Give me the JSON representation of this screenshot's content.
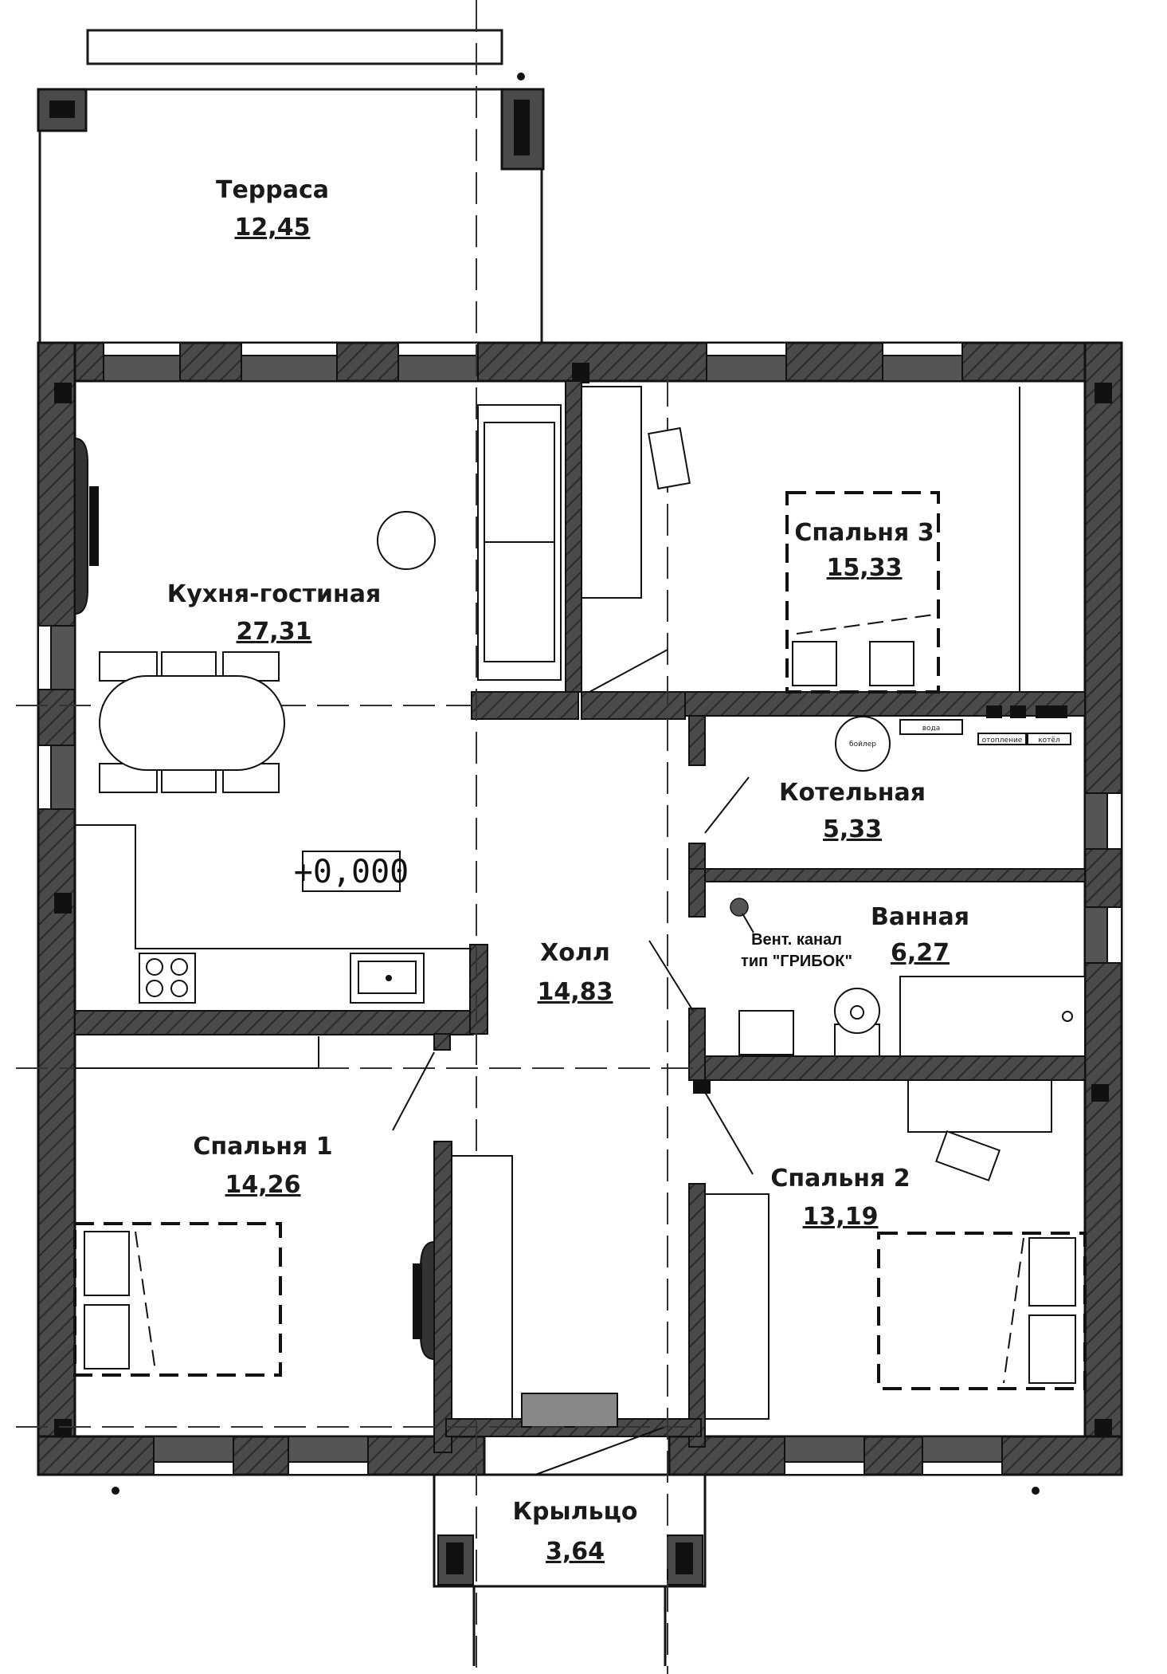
{
  "rooms": {
    "terrace": {
      "name": "Терраса",
      "area": "12,45"
    },
    "kitchen": {
      "name": "Кухня-гостиная",
      "area": "27,31"
    },
    "bedroom3": {
      "name": "Спальня 3",
      "area": "15,33"
    },
    "boiler": {
      "name": "Котельная",
      "area": "5,33"
    },
    "bathroom": {
      "name": "Ванная",
      "area": "6,27"
    },
    "hall": {
      "name": "Холл",
      "area": "14,83"
    },
    "bedroom1": {
      "name": "Спальня 1",
      "area": "14,26"
    },
    "bedroom2": {
      "name": "Спальня 2",
      "area": "13,19"
    },
    "porch": {
      "name": "Крыльцо",
      "area": "3,64"
    }
  },
  "level_mark": "+0,000",
  "vent_note": {
    "line1": "Вент. канал",
    "line2": "тип \"ГРИБОК\""
  },
  "equipment": {
    "boiler_tank": "бойлер",
    "water": "вода",
    "heating": "отопление",
    "boiler_unit": "котёл"
  },
  "colors": {
    "wall": "#4a4a4a",
    "line": "#1a1a1a",
    "background": "#ffffff"
  }
}
